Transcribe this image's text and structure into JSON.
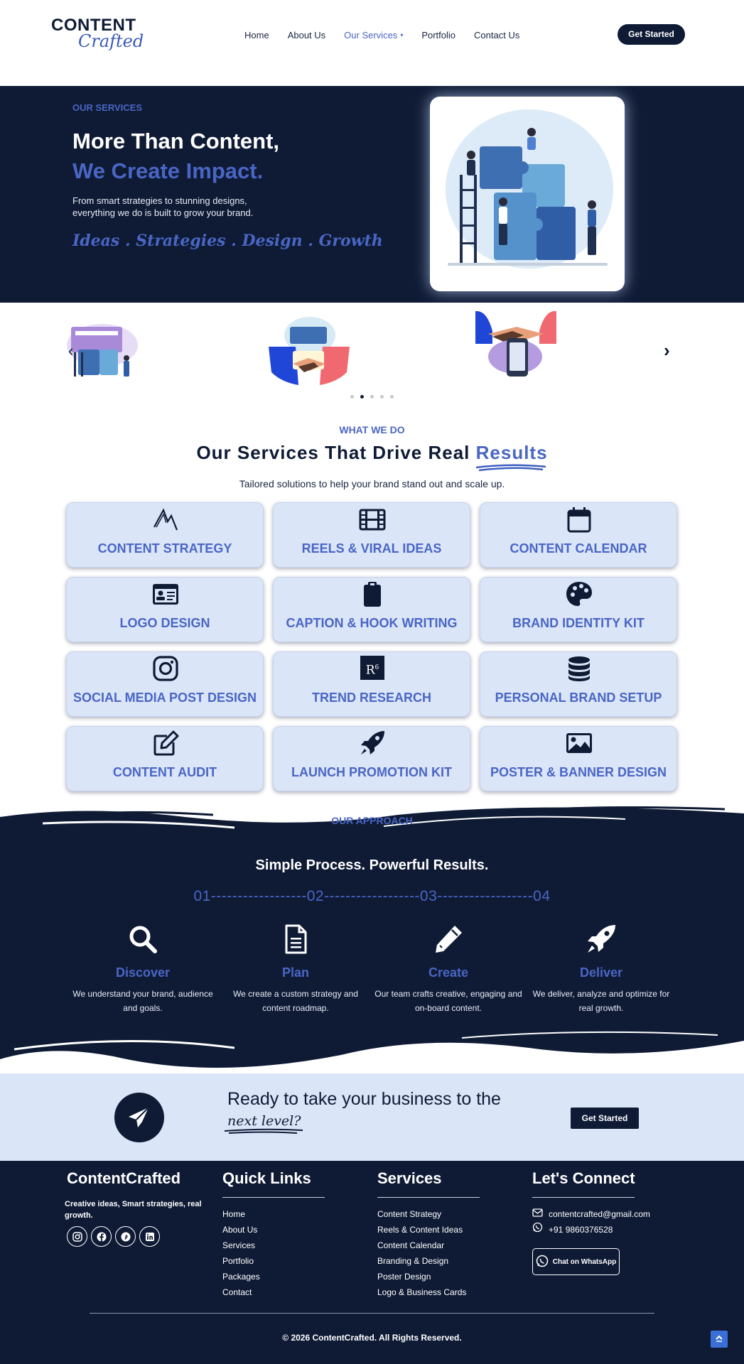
{
  "header": {
    "logo_line1": "CONTENT",
    "logo_line2": "Crafted",
    "nav": [
      "Home",
      "About Us",
      "Our Services",
      "Portfolio",
      "Contact Us"
    ],
    "active_nav": "Our Services",
    "cta": "Get Started"
  },
  "hero": {
    "eyebrow": "OUR SERVICES",
    "title_line1": "More Than Content,",
    "title_line2": "We Create Impact.",
    "description": "From smart strategies to stunning designs, everything we do is built to grow your brand.",
    "tagline": "Ideas . Strategies . Design . Growth",
    "illustration": "puzzle-teamwork-illustration"
  },
  "carousel": {
    "slides": [
      "puzzle-team-illustration",
      "handshake-puzzle-illustration",
      "handshake-phone-illustration"
    ],
    "dot_count": 5,
    "active_dot": 1,
    "prev_icon": "chevron-left-icon",
    "next_icon": "chevron-right-icon"
  },
  "services": {
    "eyebrow": "WHAT WE DO",
    "title": "Our Services That Drive Real",
    "title_highlight": "Results",
    "subtitle": "Tailored solutions to help your brand stand out and scale up.",
    "cards": [
      {
        "label": "CONTENT STRATEGY",
        "icon": "strategy-icon"
      },
      {
        "label": "REELS & VIRAL IDEAS",
        "icon": "film-icon"
      },
      {
        "label": "CONTENT CALENDAR",
        "icon": "calendar-icon"
      },
      {
        "label": "LOGO DESIGN",
        "icon": "id-card-icon"
      },
      {
        "label": "CAPTION & HOOK WRITING",
        "icon": "clipboard-icon"
      },
      {
        "label": "BRAND IDENTITY KIT",
        "icon": "palette-icon"
      },
      {
        "label": "SOCIAL MEDIA POST DESIGN",
        "icon": "instagram-icon"
      },
      {
        "label": "TREND RESEARCH",
        "icon": "rupee-chart-icon"
      },
      {
        "label": "PERSONAL BRAND SETUP",
        "icon": "database-icon"
      },
      {
        "label": "CONTENT AUDIT",
        "icon": "edit-icon"
      },
      {
        "label": "LAUNCH PROMOTION KIT",
        "icon": "rocket-icon"
      },
      {
        "label": "POSTER & BANNER DESIGN",
        "icon": "image-icon"
      }
    ],
    "trend_icon_text": "R",
    "trend_icon_sup": "6"
  },
  "approach": {
    "eyebrow": "OUR APPROACH",
    "title": "Simple Process. Powerful Results.",
    "steps_line": "01------------------02------------------03------------------04",
    "steps": [
      {
        "name": "Discover",
        "desc": "We understand your brand, audience and goals.",
        "icon": "search-icon"
      },
      {
        "name": "Plan",
        "desc": "We create a custom strategy and content roadmap.",
        "icon": "document-icon"
      },
      {
        "name": "Create",
        "desc": "Our team crafts creative, engaging and on-board content.",
        "icon": "pencil-icon"
      },
      {
        "name": "Deliver",
        "desc": "We deliver, analyze and optimize for real growth.",
        "icon": "rocket-icon"
      }
    ]
  },
  "cta": {
    "line1": "Ready to take your business to the",
    "line2": "next level?",
    "button": "Get Started",
    "icon": "paper-plane-icon"
  },
  "footer": {
    "brand": "ContentCrafted",
    "brand_desc": "Creative ideas, Smart strategies, real growth.",
    "socials": [
      "instagram-icon",
      "facebook-icon",
      "pinterest-icon",
      "linkedin-icon"
    ],
    "quick_links_title": "Quick Links",
    "quick_links": [
      "Home",
      "About Us",
      "Services",
      "Portfolio",
      "Packages",
      "Contact"
    ],
    "services_title": "Services",
    "services": [
      "Content Strategy",
      "Reels & Content Ideas",
      "Content Calendar",
      "Branding & Design",
      "Poster Design",
      "Logo & Business Cards"
    ],
    "connect_title": "Let's Connect",
    "email": "contentcrafted@gmail.com",
    "phone": "+91 9860376528",
    "whatsapp": "Chat on WhatsApp",
    "copyright": "© 2026 ContentCrafted. All Rights Reserved."
  },
  "colors": {
    "navy": "#0f1b35",
    "accent": "#4a66c4",
    "card_bg": "#dbe5f8"
  }
}
